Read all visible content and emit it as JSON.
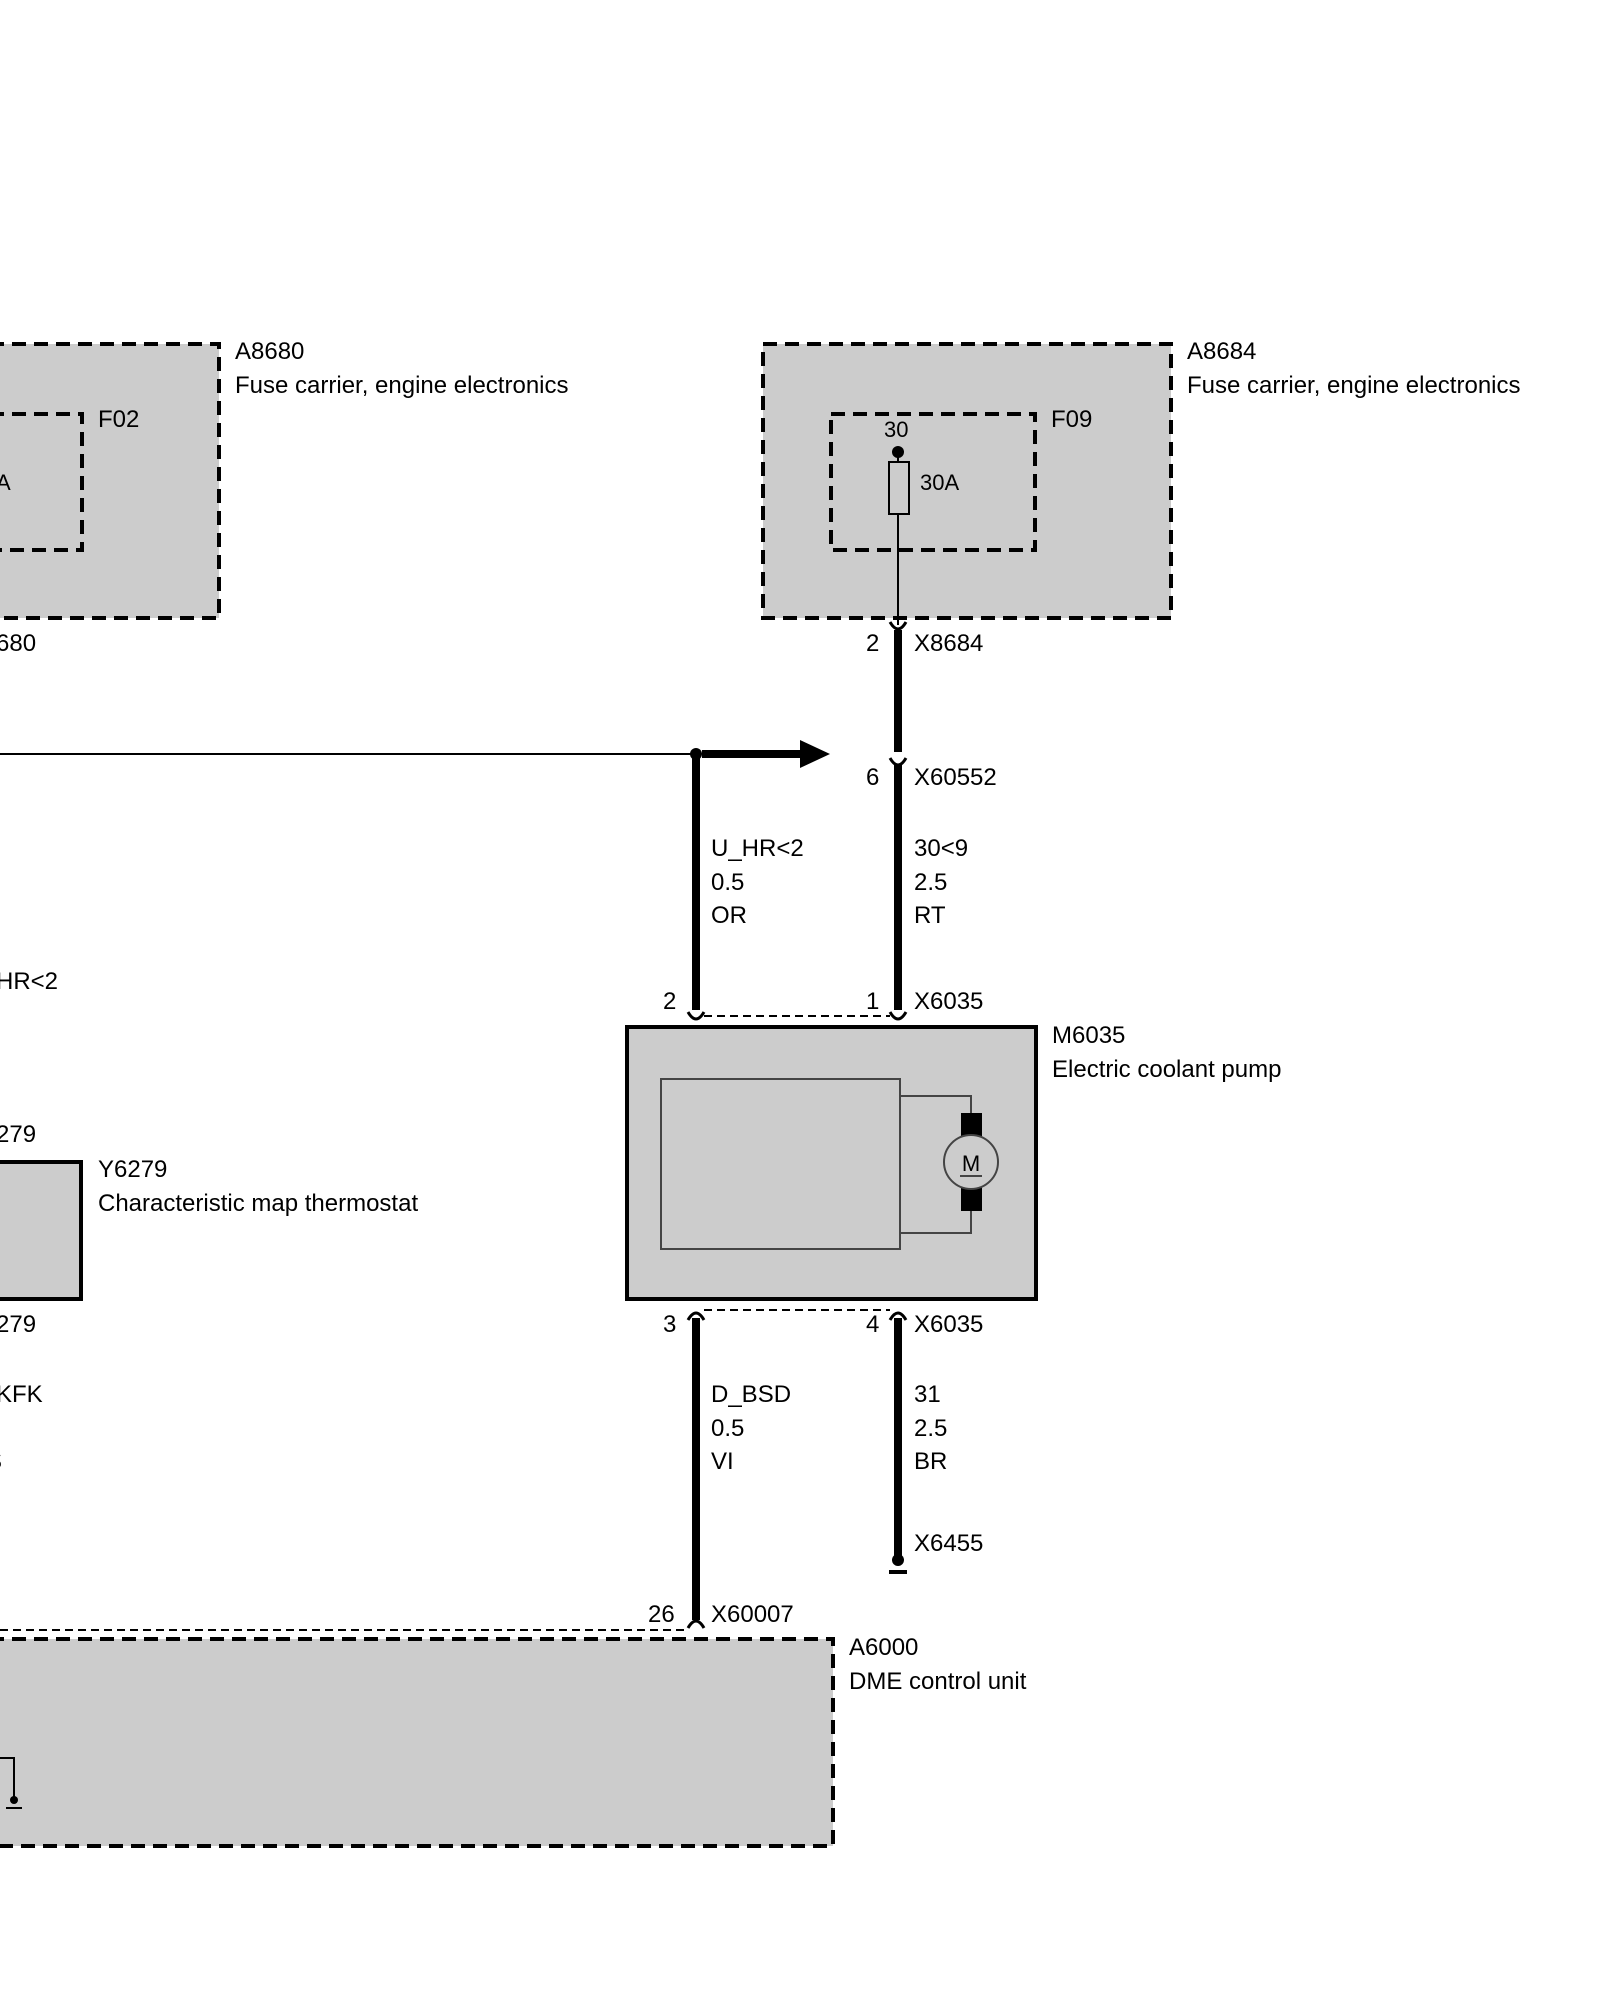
{
  "colors": {
    "box_fill": "#cccccc",
    "line": "#000000",
    "background": "#ffffff"
  },
  "fuse_carrier_left": {
    "id": "A8680",
    "name": "Fuse carrier, engine electronics",
    "fuse_id": "F02",
    "fuse_rating_partial": "A",
    "connector_partial": "680"
  },
  "fuse_carrier_right": {
    "id": "A8684",
    "name": "Fuse carrier, engine electronics",
    "fuse_id": "F09",
    "fuse_pin": "30",
    "fuse_rating": "30A",
    "connector_id": "X8684",
    "connector_pin": "2"
  },
  "inline_connector": {
    "id": "X60552",
    "pin": "6"
  },
  "wire_u_hr": {
    "signal": "U_HR<2",
    "cross_section": "0.5",
    "color": "OR"
  },
  "wire_30": {
    "signal": "30<9",
    "cross_section": "2.5",
    "color": "RT"
  },
  "pump": {
    "id": "M6035",
    "name": "Electric coolant pump",
    "connector_id": "X6035",
    "pin_top_left": "2",
    "pin_top_right": "1",
    "pin_bottom_left": "3",
    "pin_bottom_right": "4",
    "connector_id_bottom": "X6035",
    "motor_symbol": "M"
  },
  "wire_d_bsd": {
    "signal": "D_BSD",
    "cross_section": "0.5",
    "color": "VI"
  },
  "wire_31": {
    "signal": "31",
    "cross_section": "2.5",
    "color": "BR"
  },
  "ground": {
    "id": "X6455"
  },
  "thermostat": {
    "id": "Y6279",
    "name": "Characteristic map thermostat",
    "connector_top_partial": "279",
    "connector_bottom_partial": "279",
    "wire_signal_partial": "HR<2",
    "wire_signal_bottom_partial": "KFK",
    "wire_color_partial": "S"
  },
  "dme": {
    "id": "A6000",
    "name": "DME control unit",
    "connector_id": "X60007",
    "pin": "26"
  }
}
